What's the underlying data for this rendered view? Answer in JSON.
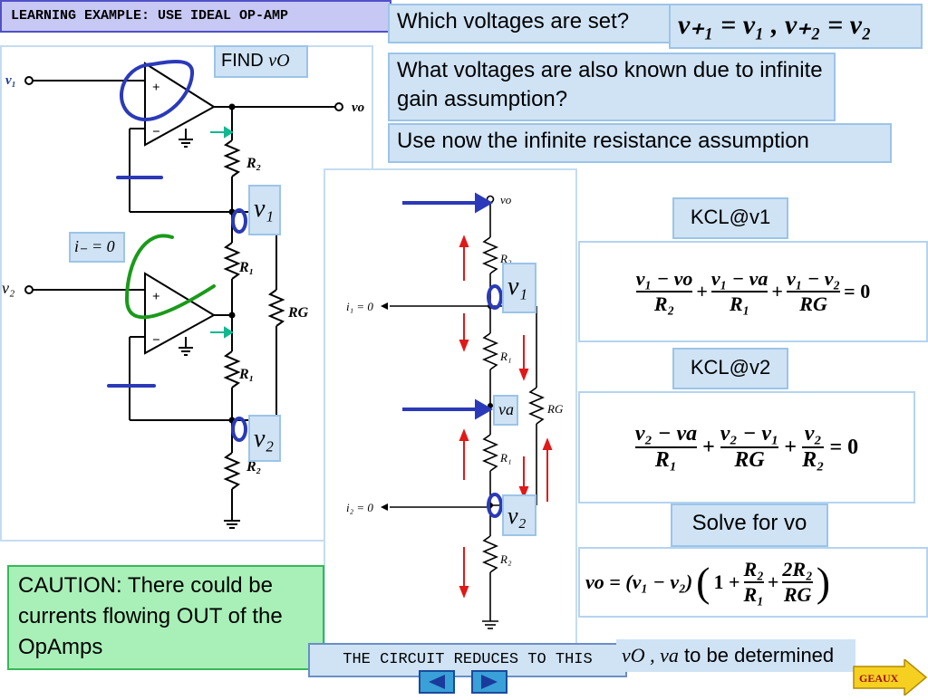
{
  "header": {
    "title": "LEARNING EXAMPLE: USE IDEAL OP-AMP"
  },
  "questions": {
    "q1": "Which voltages are set?",
    "q1_answer": "v₊₁ = v₁ , v₊₂ = v₂",
    "q2": "What voltages are also known due to infinite gain assumption?",
    "q3": "Use now the infinite resistance assumption"
  },
  "left_circuit": {
    "find_label": "FIND",
    "find_var": "vO",
    "in1": "v₁",
    "in2": "v₂",
    "out": "vo",
    "r2_top": "R₂",
    "r1_upper": "R₁",
    "r1_lower": "R₁",
    "r2_bottom": "R₂",
    "rg": "RG",
    "node1": "v₁",
    "node2": "v₂",
    "i_minus": "i₋ = 0",
    "plus": "+",
    "minus": "−"
  },
  "reduced_circuit": {
    "vo": "vo",
    "i1": "i₁ = 0",
    "i2": "i₂ = 0",
    "r2_top": "R₂",
    "r1_upper": "R₁",
    "r1_lower": "R₁",
    "r2_bottom": "R₂",
    "rg": "RG",
    "va": "va",
    "node1": "v₁",
    "node2": "v₂"
  },
  "equations": {
    "kcl1_label": "KCL@v1",
    "kcl1": {
      "t1_num": "v₁ − vo",
      "t1_den": "R₂",
      "t2_num": "v₁ − va",
      "t2_den": "R₁",
      "t3_num": "v₁ − v₂",
      "t3_den": "RG",
      "rhs": "= 0"
    },
    "kcl2_label": "KCL@v2",
    "kcl2": {
      "t1_num": "v₂ − va",
      "t1_den": "R₁",
      "t2_num": "v₂ − v₁",
      "t2_den": "RG",
      "t3_num": "v₂",
      "t3_den": "R₂",
      "rhs": "= 0"
    },
    "solve_label": "Solve for vo",
    "solution": {
      "lhs": "vo = (v₁ − v₂)",
      "one": "1 +",
      "f1_num": "R₂",
      "f1_den": "R₁",
      "plus": "+",
      "f2_num": "2R₂",
      "f2_den": "RG"
    }
  },
  "caution": {
    "text": "CAUTION: There could be currents flowing OUT of the OpAmps"
  },
  "footer": {
    "reduces": "THE CIRCUIT REDUCES TO THIS",
    "vars": "vO , va",
    "tbd": "to be determined",
    "geaux": "GEAUX"
  },
  "icons": {
    "prev": "left-triangle-icon",
    "next": "right-triangle-icon",
    "geaux": "arrow-icon"
  },
  "colors": {
    "annotation_blue": "#2a3ab8",
    "annotation_green": "#1a9a1a",
    "arrow_red": "#e01818",
    "arrow_teal": "#10b890"
  }
}
